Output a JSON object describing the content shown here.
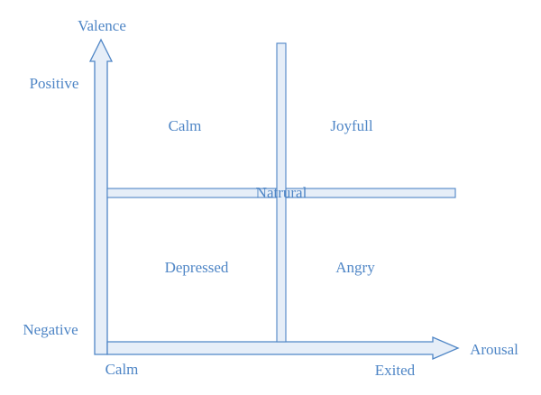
{
  "colors": {
    "stroke": "#4f86c6",
    "fill": "#e6eef8",
    "text": "#4f86c6"
  },
  "axes": {
    "y_title": "Valence",
    "y_high": "Positive",
    "y_low": "Negative",
    "x_title": "Arousal",
    "x_low": "Calm",
    "x_high": "Exited"
  },
  "quadrants": {
    "top_left": "Calm",
    "top_right": "Joyfull",
    "bottom_left": "Depressed",
    "bottom_right": "Angry",
    "center": "Natrural"
  }
}
